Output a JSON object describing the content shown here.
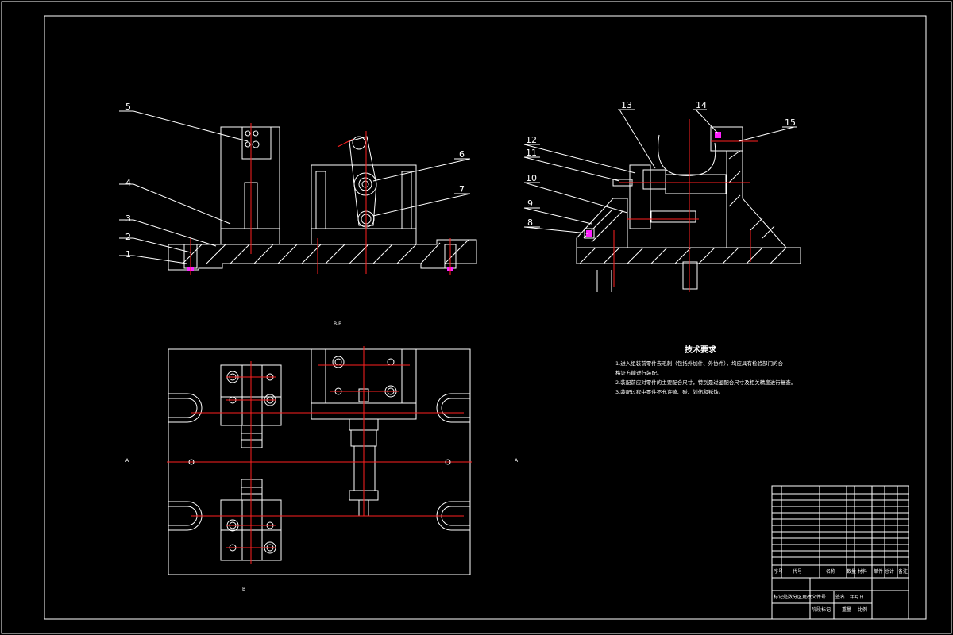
{
  "callouts_left": [
    "1",
    "2",
    "3",
    "4",
    "5",
    "6",
    "7"
  ],
  "callouts_right": [
    "8",
    "9",
    "10",
    "11",
    "12",
    "13",
    "14",
    "15"
  ],
  "section_marks": {
    "view_top": "B-B",
    "section_left": "A",
    "section_right": "A",
    "view_bottom": "B"
  },
  "tech": {
    "title": "技术要求",
    "lines": [
      "1.进入组装前零件去毛刺（包括外加件、外协件），均应具有检验部门的合",
      "格证方能进行装配。",
      "2.装配前应对零件的主要配合尺寸，特别是过盈配合尺寸及相关精度进行复查。",
      "3.装配过程中零件不允许磕、碰、划伤和锈蚀。"
    ]
  },
  "title_block": {
    "header": [
      "序号",
      "代号",
      "名称",
      "数量",
      "材料",
      "单件 总计",
      "备注"
    ],
    "sign": [
      "标记",
      "处数",
      "分区",
      "更改文件号",
      "签名",
      "年月日"
    ],
    "stage": [
      "阶段标记",
      "重量",
      "比例"
    ]
  },
  "colors": {
    "line": "#ffffff",
    "center": "#ff2020",
    "highlight": "#ff20ff",
    "bg": "#000000"
  }
}
